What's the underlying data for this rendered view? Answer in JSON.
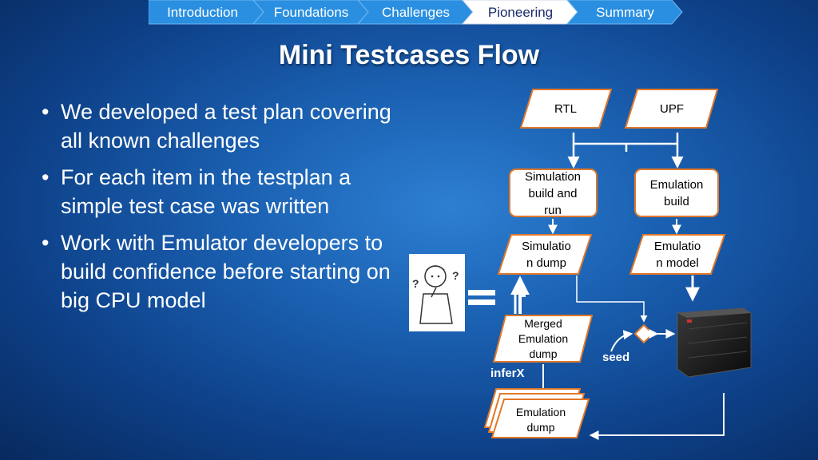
{
  "nav": {
    "tabs": [
      {
        "label": "Introduction"
      },
      {
        "label": "Foundations"
      },
      {
        "label": "Challenges"
      },
      {
        "label": "Pioneering"
      },
      {
        "label": "Summary"
      }
    ],
    "active_index": 3
  },
  "slide": {
    "title": "Mini Testcases Flow",
    "bullets": [
      "We developed a test plan covering all known challenges",
      "For each item in the testplan a simple test case was written",
      "Work with Emulator developers to build confidence before starting on big CPU model"
    ]
  },
  "diagram": {
    "rtl": "RTL",
    "upf": "UPF",
    "sim_build": [
      "Simulation",
      "build and",
      "run"
    ],
    "emu_build": [
      "Emulation",
      "build"
    ],
    "sim_dump": [
      "Simulatio",
      "n dump"
    ],
    "emu_model": [
      "Emulatio",
      "n model"
    ],
    "merged_dump": [
      "Merged",
      "Emulation",
      "dump"
    ],
    "emu_dump": [
      "Emulation",
      "dump"
    ],
    "seed_label": "seed",
    "inferx_label": "inferX"
  },
  "colors": {
    "box_border": "#e0782a",
    "box_fill": "#ffffff",
    "nav_active": "#ffffff",
    "nav_inactive": "#2a8fe0",
    "arrow": "#ffffff"
  }
}
